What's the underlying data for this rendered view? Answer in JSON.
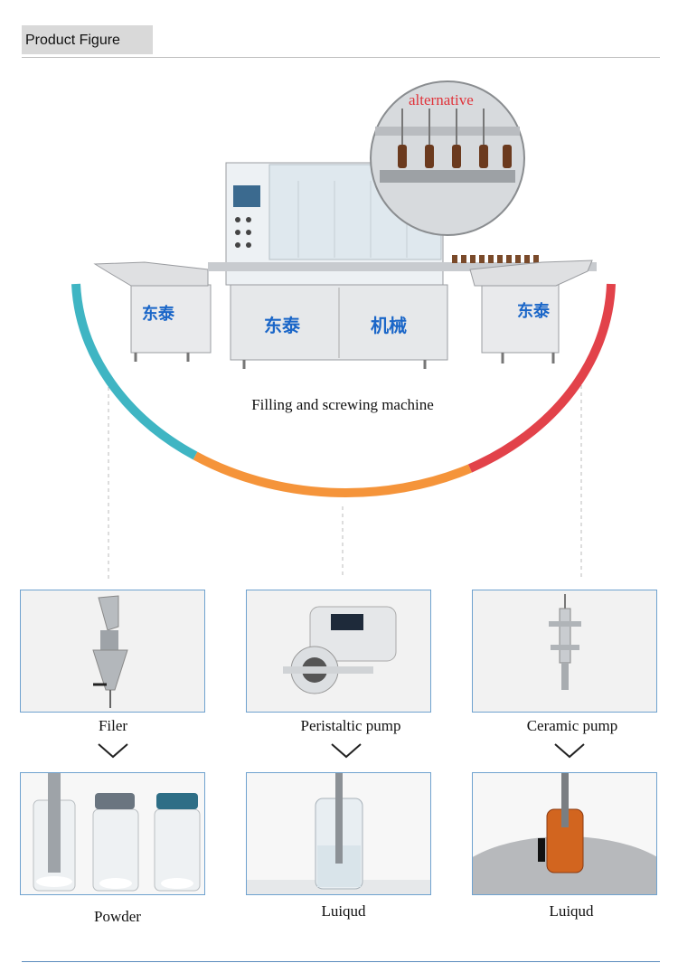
{
  "header": {
    "title": "Product Figure"
  },
  "hero": {
    "caption": "Filling and screwing machine",
    "badge": "alternative",
    "brand_left": "东泰",
    "brand_mid1": "东泰",
    "brand_mid2": "机械",
    "brand_right": "东泰"
  },
  "columns": [
    {
      "device": "Filer",
      "result": "Powder"
    },
    {
      "device": "Peristaltic pump",
      "result": "Luiqud"
    },
    {
      "device": "Ceramic pump",
      "result": "Luiqud"
    }
  ],
  "colors": {
    "arc_teal": "#3fb5c3",
    "arc_orange": "#f5943a",
    "arc_red": "#e2424a",
    "panel_border": "#6fa2cf",
    "brand_blue": "#1a66c8",
    "badge_red": "#e0333a"
  }
}
